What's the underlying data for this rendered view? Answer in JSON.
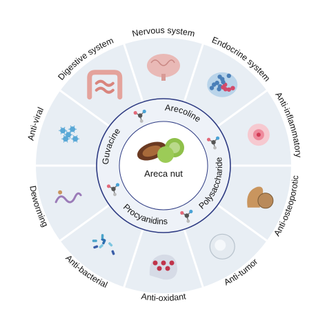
{
  "center": {
    "title": "Areca nut"
  },
  "compounds": [
    {
      "name": "Arecoline"
    },
    {
      "name": "Polysaccharide"
    },
    {
      "name": "Procyanidins"
    },
    {
      "name": "Guvacine"
    }
  ],
  "effects": [
    {
      "name": "Nervous system",
      "icon": "brain-icon"
    },
    {
      "name": "Endocrine system",
      "icon": "endocrine-cells-icon"
    },
    {
      "name": "Anti-inflammatory",
      "icon": "inflammation-icon"
    },
    {
      "name": "Anti-osteoporotic",
      "icon": "bone-icon"
    },
    {
      "name": "Anti-tumor",
      "icon": "tumor-cell-icon"
    },
    {
      "name": "Anti-oxidant",
      "icon": "oxidant-icon"
    },
    {
      "name": "Anti-bacterial",
      "icon": "bacteria-icon"
    },
    {
      "name": "Deworming",
      "icon": "worm-icon"
    },
    {
      "name": "Anti-viral",
      "icon": "virus-icon"
    },
    {
      "name": "Digestive system",
      "icon": "intestine-icon"
    }
  ],
  "colors": {
    "outer_ring": "#e8eef4",
    "inner_ring": "#eef2f8",
    "ring_border": "#2d3a82",
    "divider": "#ffffff",
    "text": "#111111",
    "nut_green": "#8fc04a",
    "nut_brown": "#6b3a22"
  }
}
